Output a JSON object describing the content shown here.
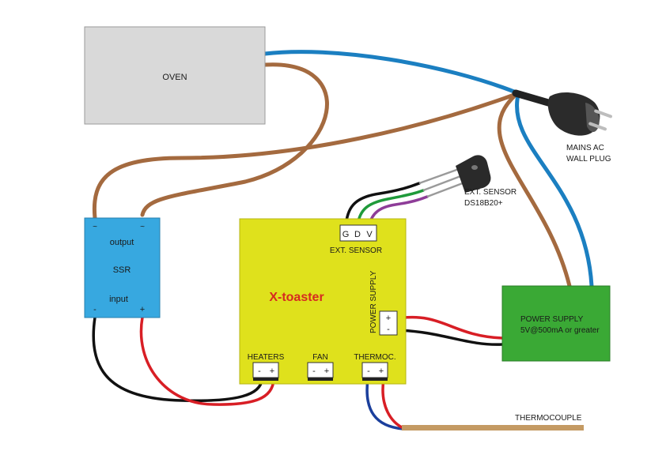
{
  "colors": {
    "oven_fill": "#d9d9d9",
    "ssr_fill": "#37a8e0",
    "controller_fill": "#dfe11c",
    "psu_fill": "#3aa935",
    "brand_red": "#d62a20",
    "wire_brown": "#a46a3f",
    "wire_blue": "#1b7fc1",
    "wire_black": "#111111",
    "wire_red": "#d81e25",
    "wire_green": "#1f9a3a",
    "wire_purple": "#8e3d98",
    "thermocouple_rod": "#c49a63"
  },
  "oven": {
    "label": "OVEN"
  },
  "ssr": {
    "label": "SSR",
    "output_label": "output",
    "input_label": "input",
    "tilde_left": "~",
    "tilde_right": "~",
    "minus": "-",
    "plus": "+"
  },
  "controller": {
    "brand": "X-toaster",
    "ext_sensor_label": "EXT. SENSOR",
    "pins": {
      "g": "G",
      "d": "D",
      "v": "V"
    },
    "power_supply_label": "POWER SUPPLY",
    "ps_plus": "+",
    "ps_minus": "-",
    "heaters_label": "HEATERS",
    "fan_label": "FAN",
    "thermoc_label": "THERMOC.",
    "minus": "-",
    "plus": "+"
  },
  "power_supply": {
    "line1": "POWER SUPPLY",
    "line2": "5V@500mA or greater"
  },
  "plug": {
    "line1": "MAINS AC",
    "line2": "WALL PLUG"
  },
  "sensor": {
    "line1": "EXT. SENSOR",
    "line2": "DS18B20+"
  },
  "thermocouple": {
    "label": "THERMOCOUPLE"
  }
}
